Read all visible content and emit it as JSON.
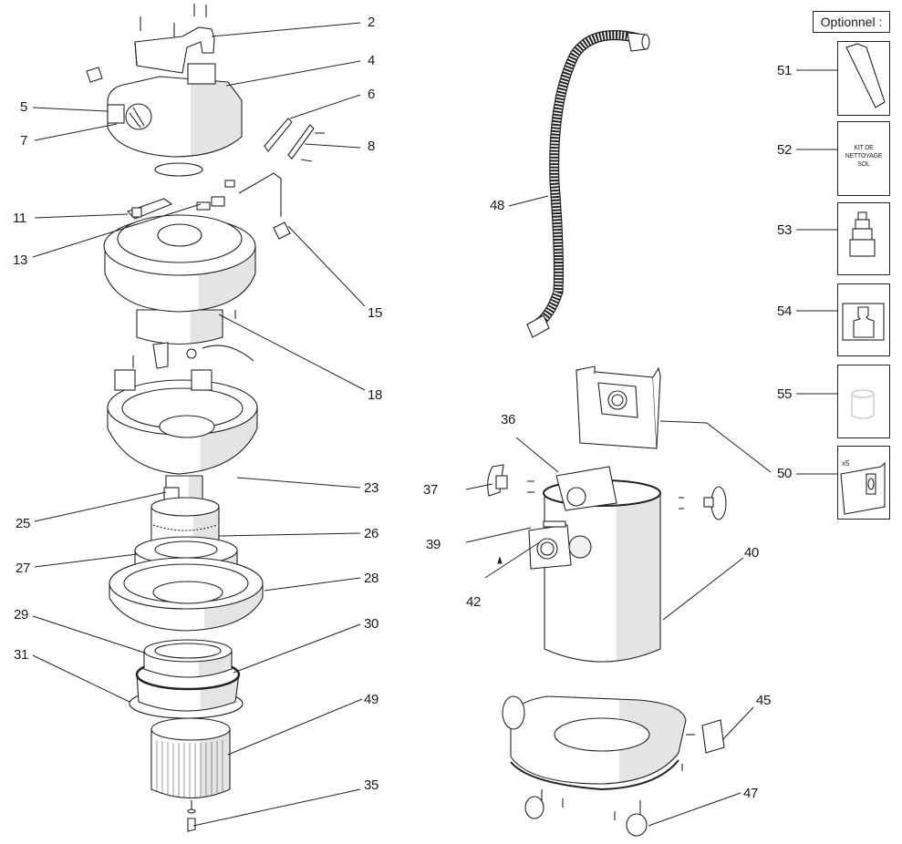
{
  "title": "Exploded parts diagram – wet/dry vacuum cleaner",
  "optional_section": {
    "header": "Optionnel :",
    "items": [
      {
        "ref": "51",
        "part": "crevice-nozzle"
      },
      {
        "ref": "52",
        "part": "floor-cleaning-kit",
        "text_lines": [
          "KIT DE",
          "NETTOYAGE",
          "SOL"
        ]
      },
      {
        "ref": "53",
        "part": "stepped-adapter"
      },
      {
        "ref": "54",
        "part": "filter-bag-diagram"
      },
      {
        "ref": "55",
        "part": "cartridge-filter"
      },
      {
        "ref": "50",
        "part": "paper-bag",
        "quantity": "x5"
      }
    ]
  },
  "callouts": [
    {
      "ref": "2",
      "part": "handle"
    },
    {
      "ref": "4",
      "part": "top-cover"
    },
    {
      "ref": "5",
      "part": "switch"
    },
    {
      "ref": "7",
      "part": "outlet-socket"
    },
    {
      "ref": "6",
      "part": "side-plate"
    },
    {
      "ref": "8",
      "part": "side-grille"
    },
    {
      "ref": "11",
      "part": "circuit-board"
    },
    {
      "ref": "13",
      "part": "connector"
    },
    {
      "ref": "15",
      "part": "power-cord"
    },
    {
      "ref": "18",
      "part": "screw"
    },
    {
      "ref": "23",
      "part": "motor-housing"
    },
    {
      "ref": "25",
      "part": "motor"
    },
    {
      "ref": "26",
      "part": "motor-seal"
    },
    {
      "ref": "27",
      "part": "foam-ring"
    },
    {
      "ref": "28",
      "part": "motor-base"
    },
    {
      "ref": "29",
      "part": "filter-cage"
    },
    {
      "ref": "30",
      "part": "gasket"
    },
    {
      "ref": "31",
      "part": "flange"
    },
    {
      "ref": "49",
      "part": "cartridge-filter"
    },
    {
      "ref": "35",
      "part": "filter-knob"
    },
    {
      "ref": "48",
      "part": "hose"
    },
    {
      "ref": "36",
      "part": "deflector"
    },
    {
      "ref": "37",
      "part": "latch"
    },
    {
      "ref": "39",
      "part": "inlet-frame"
    },
    {
      "ref": "42",
      "part": "inlet"
    },
    {
      "ref": "40",
      "part": "tank"
    },
    {
      "ref": "50",
      "part": "paper-bag"
    },
    {
      "ref": "45",
      "part": "wheel"
    },
    {
      "ref": "47",
      "part": "caster"
    }
  ]
}
